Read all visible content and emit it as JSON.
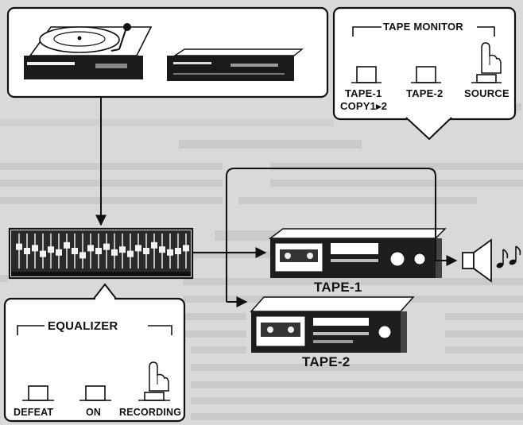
{
  "tape_monitor": {
    "title": "TAPE MONITOR",
    "buttons": [
      {
        "label": "TAPE-1",
        "sublabel": "COPY1▸2"
      },
      {
        "label": "TAPE-2"
      },
      {
        "label": "SOURCE"
      }
    ]
  },
  "decks": {
    "tape1": "TAPE-1",
    "tape2": "TAPE-2"
  },
  "equalizer": {
    "title": "EQUALIZER",
    "buttons": [
      "DEFEAT",
      "ON",
      "RECORDING"
    ]
  },
  "icons": [
    "turntable-icon",
    "receiver-icon",
    "equalizer-unit-icon",
    "cassette-deck-icon",
    "speaker-icon",
    "music-notes-icon",
    "hand-pointer-icon"
  ]
}
